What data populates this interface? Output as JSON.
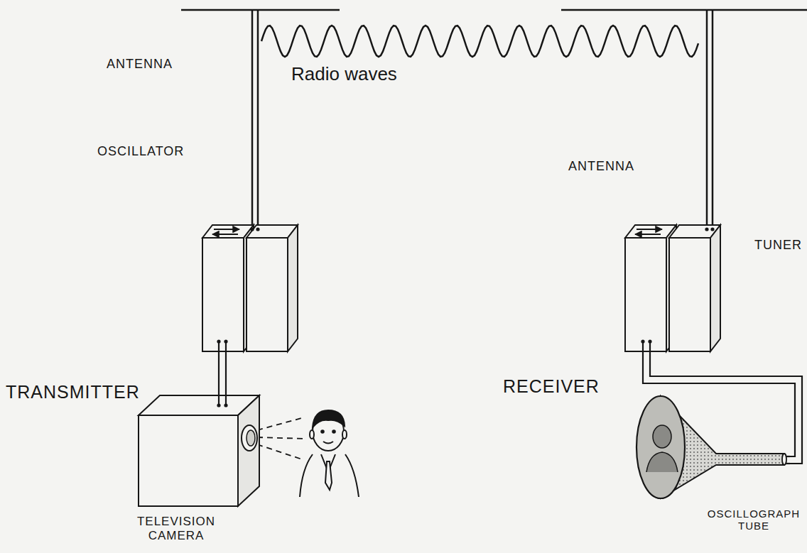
{
  "diagram": {
    "nodes": [
      {
        "text": [
          "OSCILLATOR"
        ]
      },
      {
        "text": [
          "TUNER"
        ]
      },
      {
        "text": [
          "TELEVISION CAMERA"
        ]
      },
      {
        "text": [
          "OSCILLOGRAPH TUBE"
        ]
      }
    ],
    "edges": [
      {
        "from": 2,
        "to": 0,
        "arrow": "none"
      },
      {
        "from": 1,
        "to": 3,
        "arrow": "none"
      }
    ],
    "labels": [
      "ANTENNA",
      "Radio waves",
      "ANTENNA",
      "TRANSMITTER",
      "RECEIVER"
    ]
  }
}
